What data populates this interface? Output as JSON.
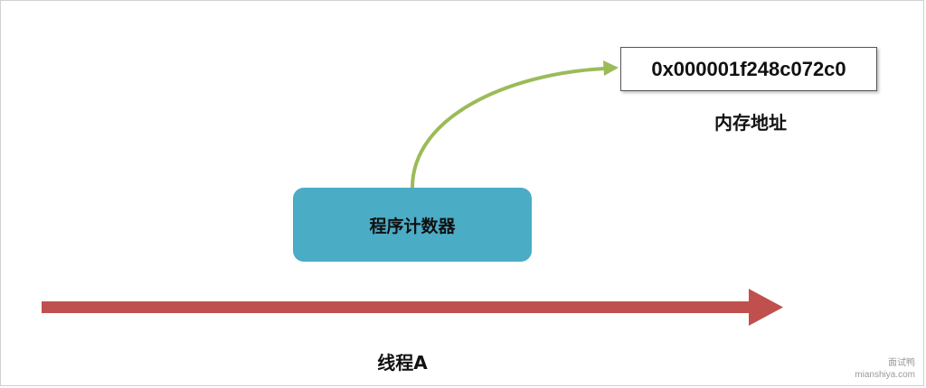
{
  "diagram": {
    "memory_address": "0x000001f248c072c0",
    "memory_label": "内存地址",
    "program_counter_label": "程序计数器",
    "thread_label": "线程A",
    "colors": {
      "program_counter_fill": "#4bacc6",
      "pointer_arrow": "#9bbb59",
      "thread_arrow": "#c0504d"
    }
  },
  "watermark": {
    "line1": "面试鸭",
    "line2": "mianshiya.com"
  }
}
